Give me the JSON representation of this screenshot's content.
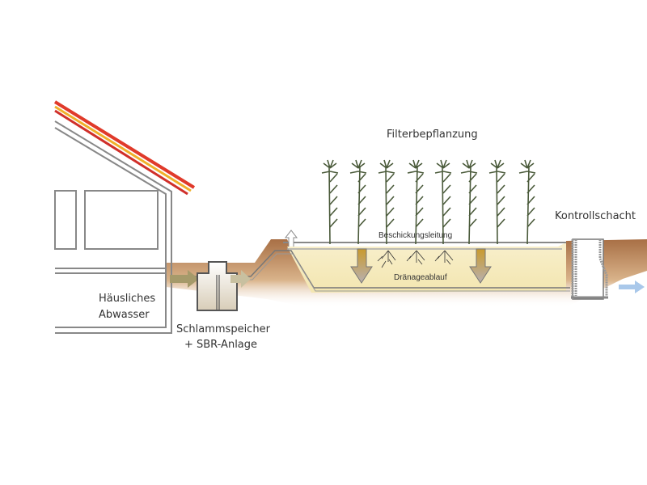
{
  "labels": {
    "plants": "Filterbepflanzung",
    "control_shaft": "Kontrollschacht",
    "feed_line": "Beschickungsleitung",
    "drainage": "Dränageablauf",
    "inlet_line1": "Häusliches",
    "inlet_line2": "Abwasser",
    "tank_line1": "Schlammspeicher",
    "tank_line2": "+ SBR-Anlage"
  },
  "colors": {
    "roof": "#e03a2a",
    "soil": "#b9835a",
    "filter_bed": "#f6ecc4",
    "arrow": "#c9a13c",
    "outflow": "#a9c8ea"
  }
}
